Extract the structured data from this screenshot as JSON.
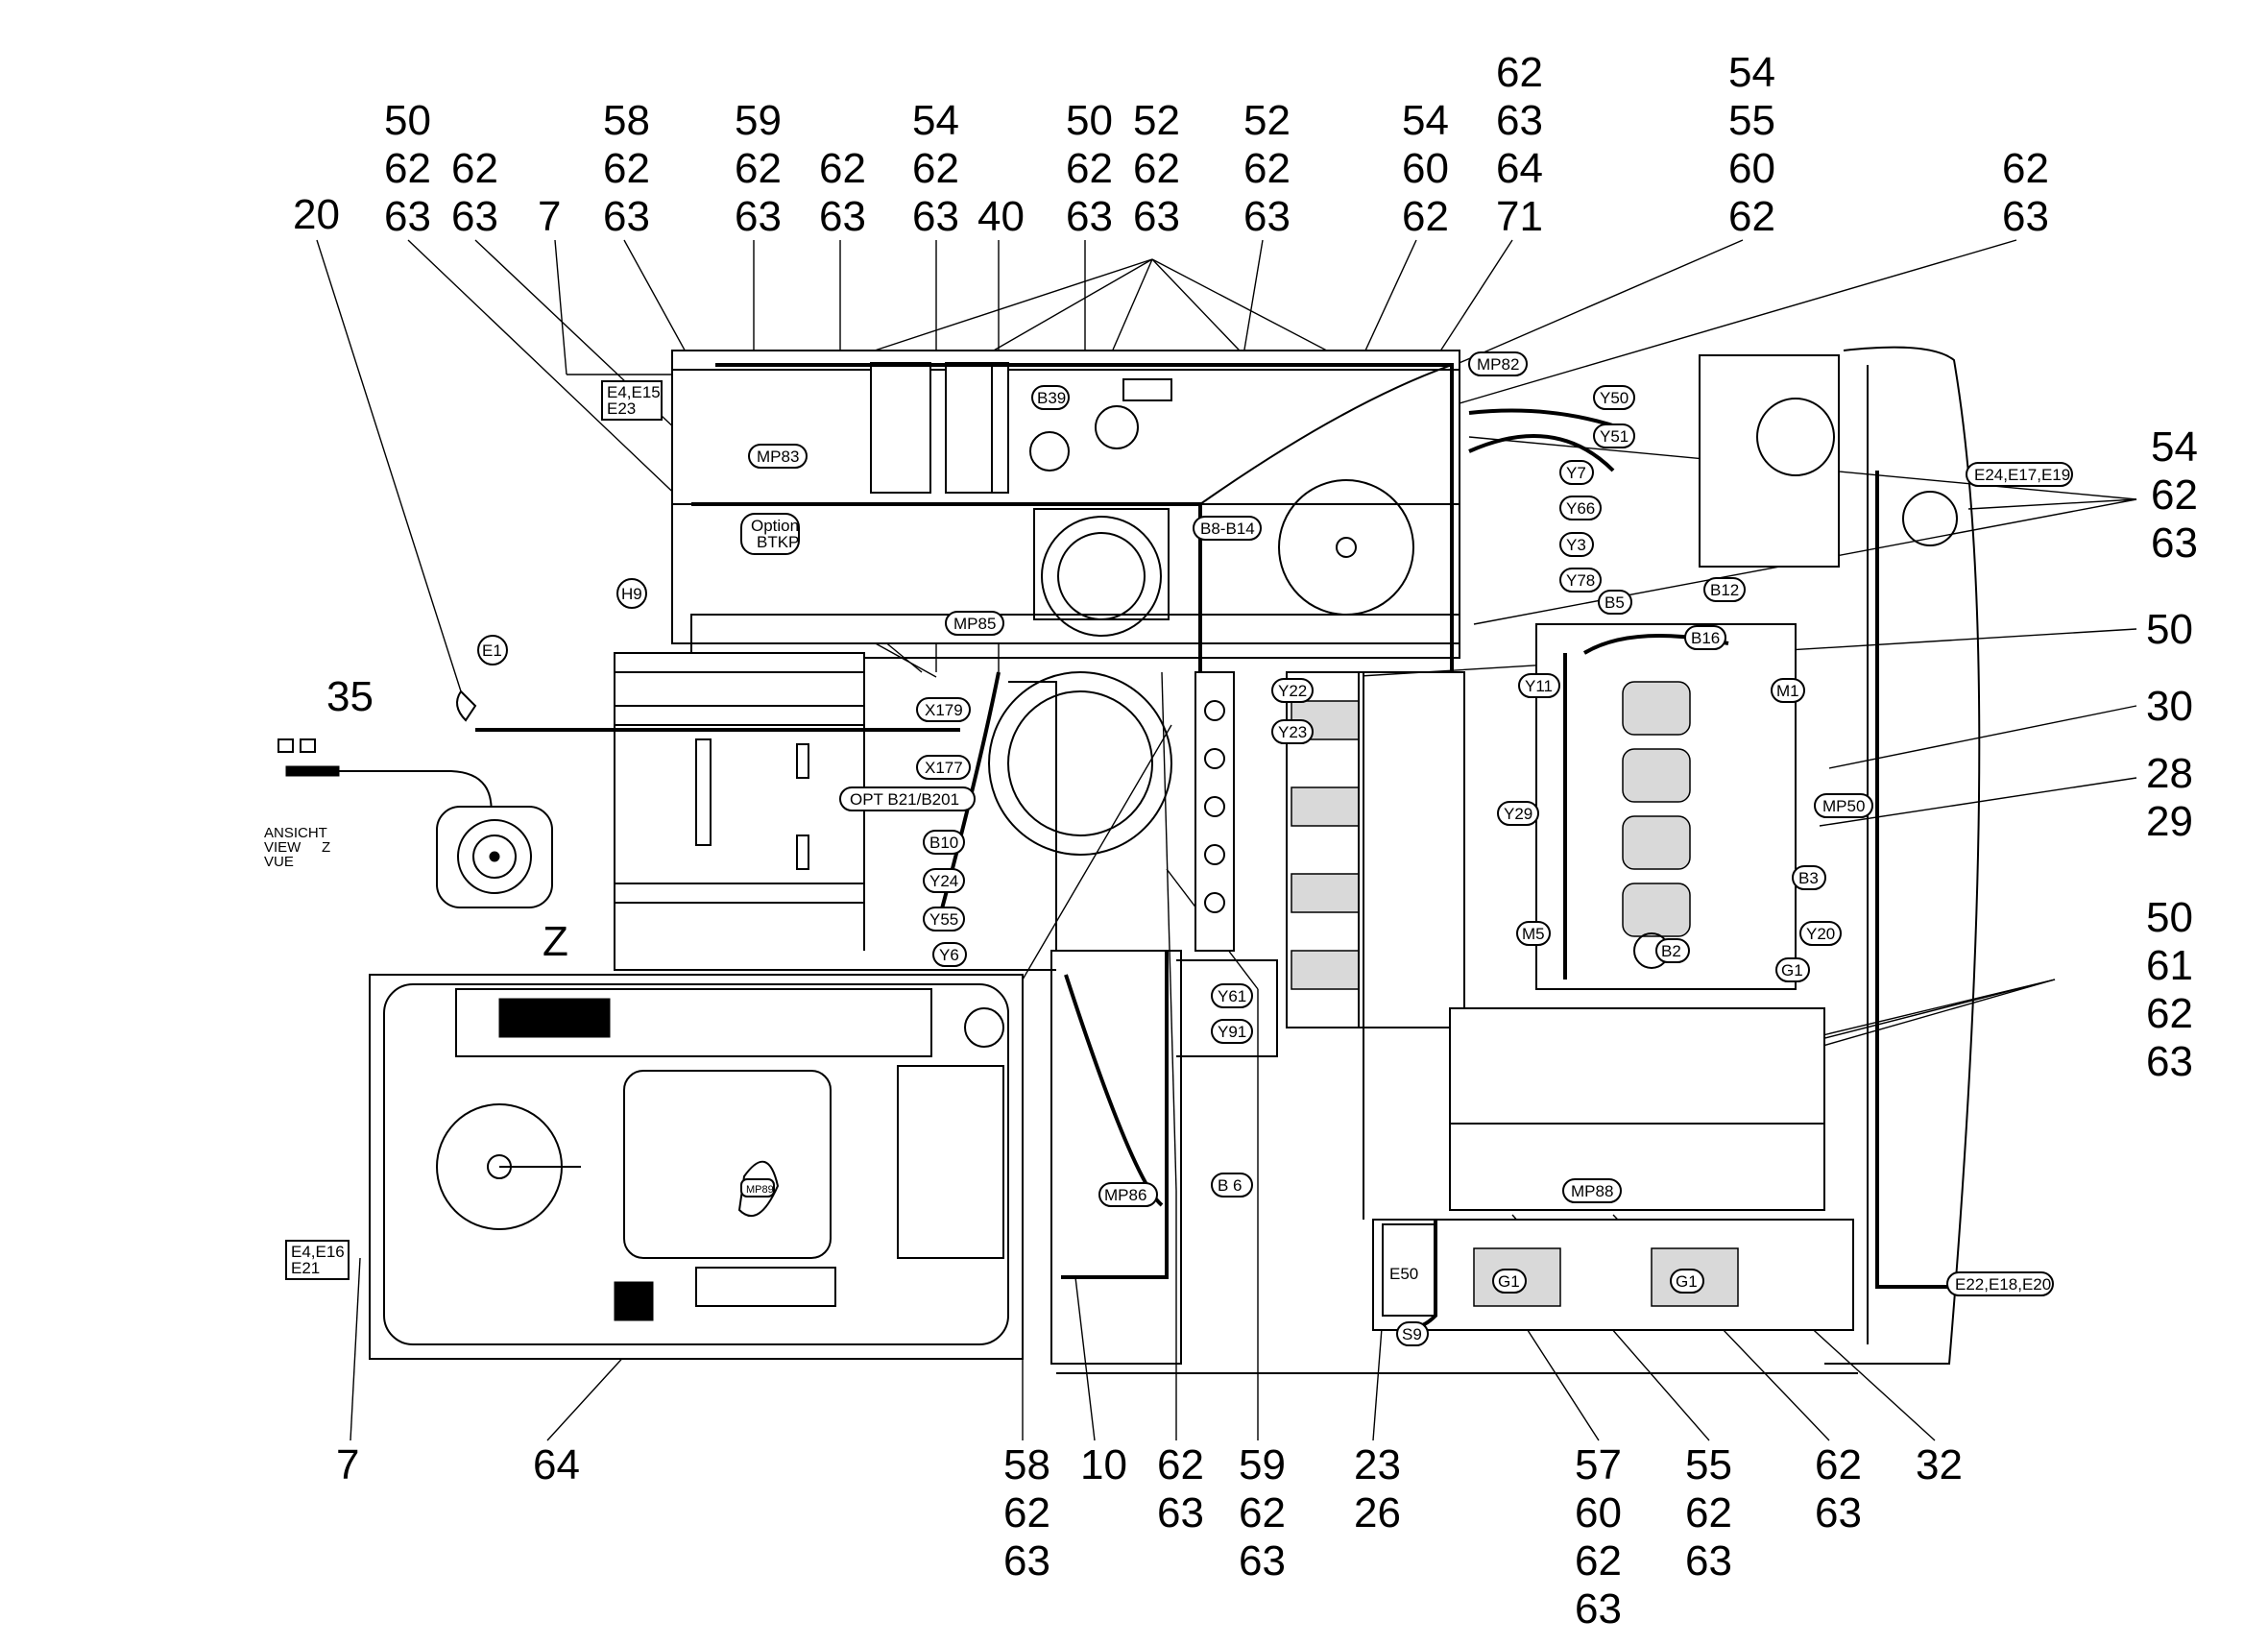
{
  "callouts": [
    {
      "id": "c-20",
      "lines": [
        "20"
      ]
    },
    {
      "id": "c-50-62-63-a",
      "lines": [
        "50",
        "62",
        "63"
      ]
    },
    {
      "id": "c-62-63-a",
      "lines": [
        "62",
        "63"
      ]
    },
    {
      "id": "c-7-top",
      "lines": [
        "7"
      ]
    },
    {
      "id": "c-58-62-63-top",
      "lines": [
        "58",
        "62",
        "63"
      ]
    },
    {
      "id": "c-59-62-63-top",
      "lines": [
        "59",
        "62",
        "63"
      ]
    },
    {
      "id": "c-62-63-b",
      "lines": [
        "62",
        "63"
      ]
    },
    {
      "id": "c-54-62-63-top",
      "lines": [
        "54",
        "62",
        "63"
      ]
    },
    {
      "id": "c-40",
      "lines": [
        "40"
      ]
    },
    {
      "id": "c-50-62-63-b",
      "lines": [
        "50",
        "62",
        "63"
      ]
    },
    {
      "id": "c-52-62-63-a",
      "lines": [
        "52",
        "62",
        "63"
      ]
    },
    {
      "id": "c-52-62-63-b",
      "lines": [
        "52",
        "62",
        "63"
      ]
    },
    {
      "id": "c-54-60-62",
      "lines": [
        "54",
        "60",
        "62"
      ]
    },
    {
      "id": "c-62-63-64-71",
      "lines": [
        "62",
        "63",
        "64",
        "71"
      ]
    },
    {
      "id": "c-54-55-60-62",
      "lines": [
        "54",
        "55",
        "60",
        "62"
      ]
    },
    {
      "id": "c-62-63-top-right",
      "lines": [
        "62",
        "63"
      ]
    },
    {
      "id": "c-54-62-63-right",
      "lines": [
        "54",
        "62",
        "63"
      ]
    },
    {
      "id": "c-50-right",
      "lines": [
        "50"
      ]
    },
    {
      "id": "c-30",
      "lines": [
        "30"
      ]
    },
    {
      "id": "c-28-29",
      "lines": [
        "28",
        "29"
      ]
    },
    {
      "id": "c-50-61-62-63",
      "lines": [
        "50",
        "61",
        "62",
        "63"
      ]
    },
    {
      "id": "c-35",
      "lines": [
        "35"
      ]
    },
    {
      "id": "c-z",
      "lines": [
        "Z"
      ]
    },
    {
      "id": "c-7-bottom",
      "lines": [
        "7"
      ]
    },
    {
      "id": "c-64",
      "lines": [
        "64"
      ]
    },
    {
      "id": "c-58-62-63-bottom",
      "lines": [
        "58",
        "62",
        "63"
      ]
    },
    {
      "id": "c-10",
      "lines": [
        "10"
      ]
    },
    {
      "id": "c-62-63-bottom-a",
      "lines": [
        "62",
        "63"
      ]
    },
    {
      "id": "c-59-62-63-bottom",
      "lines": [
        "59",
        "62",
        "63"
      ]
    },
    {
      "id": "c-23-26",
      "lines": [
        "23",
        "26"
      ]
    },
    {
      "id": "c-57-60-62-63",
      "lines": [
        "57",
        "60",
        "62",
        "63"
      ]
    },
    {
      "id": "c-55-62-63",
      "lines": [
        "55",
        "62",
        "63"
      ]
    },
    {
      "id": "c-62-63-bottom-b",
      "lines": [
        "62",
        "63"
      ]
    },
    {
      "id": "c-32",
      "lines": [
        "32"
      ]
    }
  ],
  "tags": {
    "e4_e15_e23": [
      "E4,E15",
      "E23"
    ],
    "e4_e16_e21": [
      "E4,E16",
      "E21"
    ],
    "e24_e17_e19": "E24,E17,E19",
    "e22_e18_e20": "E22,E18,E20",
    "option_btkp": [
      "Option",
      "BTKP"
    ],
    "opt_b21": "OPT B21/B201",
    "mp83": "MP83",
    "mp85": "MP85",
    "mp82": "MP82",
    "mp86": "MP86",
    "mp88": "MP88",
    "mp50": "MP50",
    "mp89": "MP89",
    "b39": "B39",
    "b8_b14": "B8-B14",
    "h9": "H9",
    "e1": "E1",
    "x179": "X179",
    "x177": "X177",
    "b10": "B10",
    "y24": "Y24",
    "y55": "Y55",
    "y6": "Y6",
    "y61": "Y61",
    "y91": "Y91",
    "b6": "B 6",
    "y22": "Y22",
    "y23": "Y23",
    "y50": "Y50",
    "y51": "Y51",
    "y7": "Y7",
    "y66": "Y66",
    "y3": "Y3",
    "y78": "Y78",
    "b5": "B5",
    "b12": "B12",
    "b16": "B16",
    "y11": "Y11",
    "m1": "M1",
    "y29": "Y29",
    "b3": "B3",
    "y20": "Y20",
    "m5": "M5",
    "b2": "B2",
    "g1": "G1",
    "e50": "E50",
    "s9": "S9",
    "g1_b": "G1",
    "g1_c": "G1"
  },
  "view_note": [
    "ANSICHT",
    "VIEW",
    "VUE"
  ],
  "view_note_z": "Z"
}
